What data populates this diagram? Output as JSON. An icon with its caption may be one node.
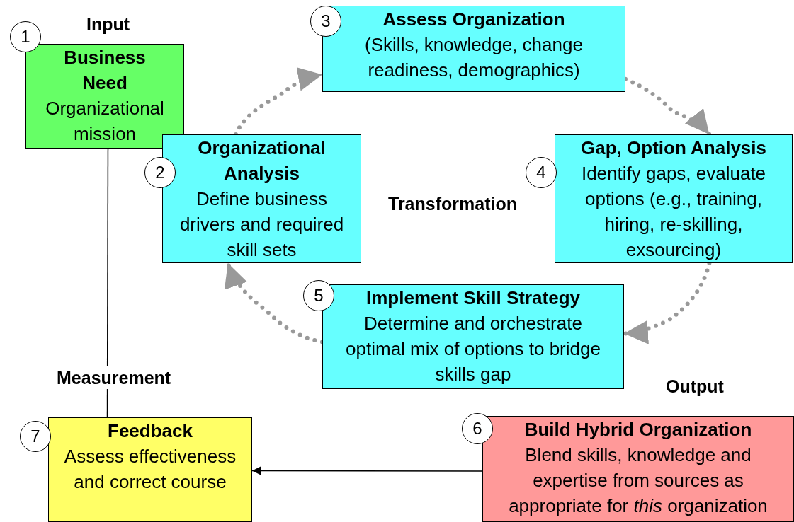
{
  "diagram": {
    "nodes": [
      {
        "text": [
          "1"
        ]
      },
      {
        "text": [
          "Business Need",
          "Organizational mission"
        ]
      },
      {
        "text": [
          "3"
        ]
      },
      {
        "text": [
          "Assess Organization",
          "(Skills, knowledge, change readiness, demographics)"
        ]
      },
      {
        "text": [
          "2"
        ]
      },
      {
        "text": [
          "Organizational Analysis",
          "Define business drivers and required skill sets"
        ]
      },
      {
        "text": [
          "4"
        ]
      },
      {
        "text": [
          "Gap, Option Analysis",
          "Identify gaps, evaluate options (e.g., training, hiring, re-skilling, exsourcing)"
        ]
      },
      {
        "text": [
          "5"
        ]
      },
      {
        "text": [
          "Implement Skill Strategy",
          "Determine and orchestrate optimal mix of options to bridge skills gap"
        ]
      },
      {
        "text": [
          "7"
        ]
      },
      {
        "text": [
          "Feedback",
          "Assess effectiveness and correct course"
        ]
      },
      {
        "text": [
          "6"
        ]
      },
      {
        "text": [
          "Build Hybrid Organization",
          "Blend skills, knowledge and expertise from sources as appropriate for *this* organization"
        ]
      }
    ],
    "edges": [
      {
        "from": 5,
        "to": 3,
        "arrow": "to",
        "style": "dashed",
        "color": "#999999"
      },
      {
        "from": 3,
        "to": 7,
        "arrow": "to",
        "style": "dashed",
        "color": "#999999"
      },
      {
        "from": 7,
        "to": 9,
        "arrow": "to",
        "style": "dashed",
        "color": "#999999"
      },
      {
        "from": 9,
        "to": 5,
        "arrow": "to",
        "style": "dashed",
        "color": "#999999"
      },
      {
        "from": 1,
        "to": 11,
        "arrow": "none",
        "color": "#000000"
      },
      {
        "from": 13,
        "to": 11,
        "arrow": "to",
        "color": "#000000"
      }
    ],
    "labels": [
      "Input",
      "Transformation",
      "Measurement",
      "Output"
    ]
  }
}
